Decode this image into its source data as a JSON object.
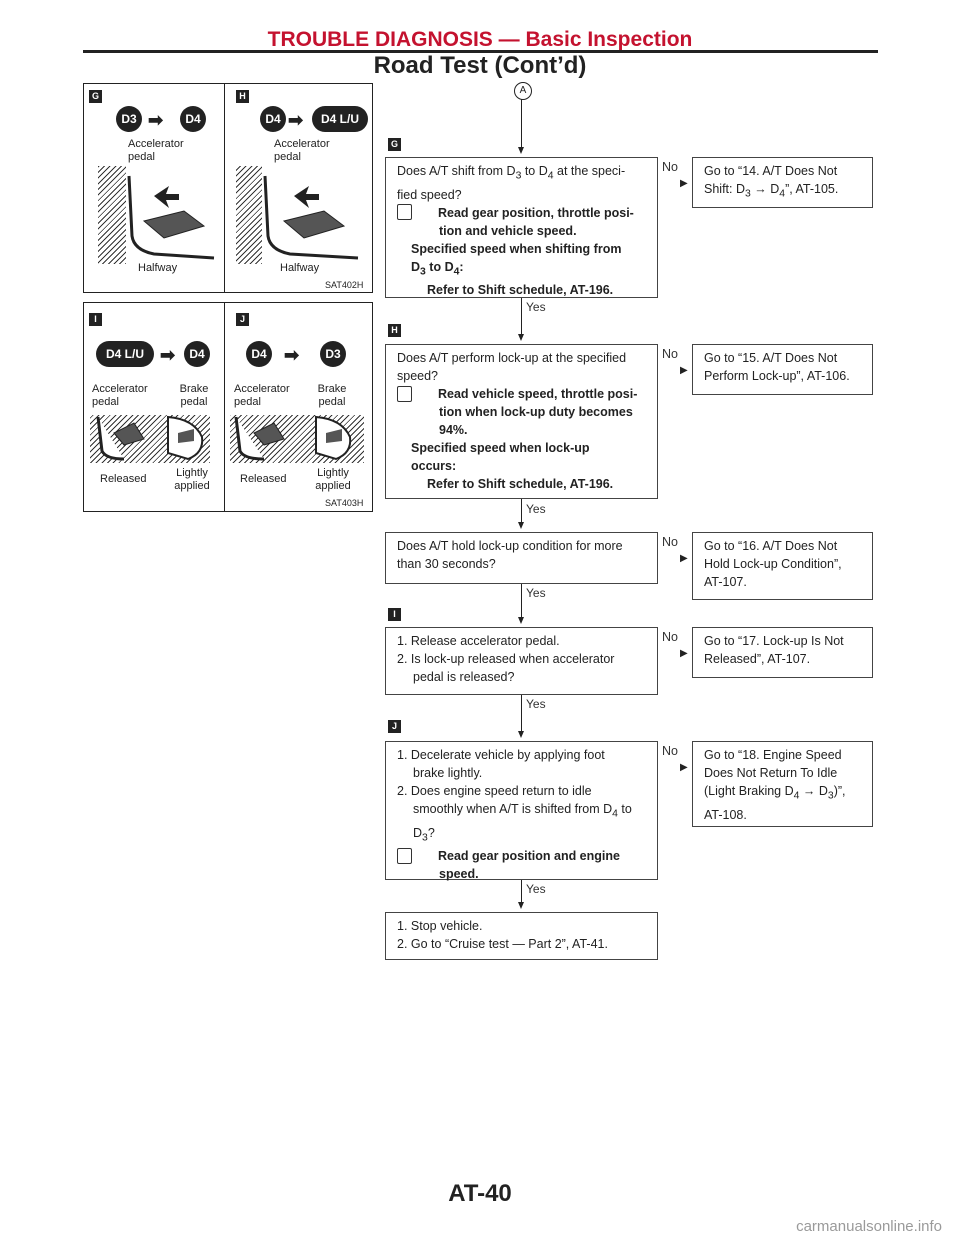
{
  "header": {
    "title": "TROUBLE DIAGNOSIS — Basic Inspection",
    "subtitle": "Road Test (Cont’d)"
  },
  "figures": {
    "top": {
      "panel_g": {
        "marker": "G",
        "gear_from": "D3",
        "gear_to": "D4",
        "label": "Accelerator pedal",
        "position": "Halfway"
      },
      "panel_h": {
        "marker": "H",
        "gear_from": "D4",
        "gear_to": "D4 L/U",
        "label": "Accelerator pedal",
        "position": "Halfway"
      },
      "code": "SAT402H"
    },
    "bottom": {
      "panel_i": {
        "marker": "I",
        "gear_from": "D4 L/U",
        "gear_to": "D4",
        "accel_label": "Accelerator pedal",
        "brake_label": "Brake pedal",
        "released": "Released",
        "lightly": "Lightly applied"
      },
      "panel_j": {
        "marker": "J",
        "gear_from": "D4",
        "gear_to": "D3",
        "accel_label": "Accelerator pedal",
        "brake_label": "Brake pedal",
        "released": "Released",
        "lightly": "Lightly applied"
      },
      "code": "SAT403H"
    }
  },
  "flow": {
    "start_marker": "A",
    "markers": {
      "g": "G",
      "h": "H",
      "i": "I",
      "j": "J"
    },
    "yes": "Yes",
    "no": "No",
    "step1": {
      "q1": "Does A/T shift from D",
      "q1_sub1": "3",
      "q1_mid": " to D",
      "q1_sub2": "4",
      "q1_end": " at the speci-",
      "q2": "fied speed?",
      "tip1": "Read gear position, throttle posi-",
      "tip2": "tion and vehicle speed.",
      "spec1": "Specified speed when shifting from",
      "spec2a": "D",
      "spec2_sub1": "3",
      "spec2b": " to D",
      "spec2_sub2": "4",
      "spec2c": ":",
      "spec3": "Refer to Shift schedule, AT-196.",
      "no_action_a": "Go to “14. A/T Does Not",
      "no_action_b1": "Shift: D",
      "no_action_b_sub1": "3",
      "no_action_b_arrow": " → ",
      "no_action_b2": "D",
      "no_action_b_sub2": "4",
      "no_action_b3": "”, AT-105."
    },
    "step2": {
      "q1": "Does A/T perform lock-up at the specified",
      "q2": "speed?",
      "tip1": "Read vehicle speed, throttle posi-",
      "tip2": "tion when lock-up duty becomes",
      "tip3": "94%.",
      "spec1": "Specified speed when lock-up",
      "spec2": "occurs:",
      "spec3": "Refer to Shift schedule, AT-196.",
      "no_action_a": "Go to “15. A/T Does Not",
      "no_action_b": "Perform Lock-up”, AT-106."
    },
    "step3": {
      "q1": "Does A/T hold lock-up condition for more",
      "q2": "than 30 seconds?",
      "no_action_a": "Go to “16. A/T Does Not",
      "no_action_b": "Hold Lock-up Condition”,",
      "no_action_c": "AT-107."
    },
    "step4": {
      "l1": "1. Release accelerator pedal.",
      "l2": "2. Is lock-up released when accelerator",
      "l3": "pedal is released?",
      "no_action_a": "Go to “17. Lock-up Is Not",
      "no_action_b": "Released”, AT-107."
    },
    "step5": {
      "l1": "1. Decelerate vehicle by applying foot",
      "l2": "brake lightly.",
      "l3": "2. Does engine speed return to idle",
      "l4a": "smoothly when A/T is shifted from D",
      "l4_sub": "4",
      "l4b": " to",
      "l5a": "D",
      "l5_sub": "3",
      "l5b": "?",
      "tip1": "Read gear position and engine",
      "tip2": "speed.",
      "no_action_a": "Go to “18. Engine Speed",
      "no_action_b": "Does Not Return To Idle",
      "no_action_c1": "(Light Braking D",
      "no_action_c_sub1": "4",
      "no_action_c_arrow": " → ",
      "no_action_c2": "D",
      "no_action_c_sub2": "3",
      "no_action_c3": ")”,",
      "no_action_d": "AT-108."
    },
    "step6": {
      "l1": "1. Stop vehicle.",
      "l2": "2. Go to “Cruise test — Part 2”, AT-41."
    }
  },
  "footer": {
    "page": "AT-40"
  },
  "watermark": "carmanualsonline.info"
}
